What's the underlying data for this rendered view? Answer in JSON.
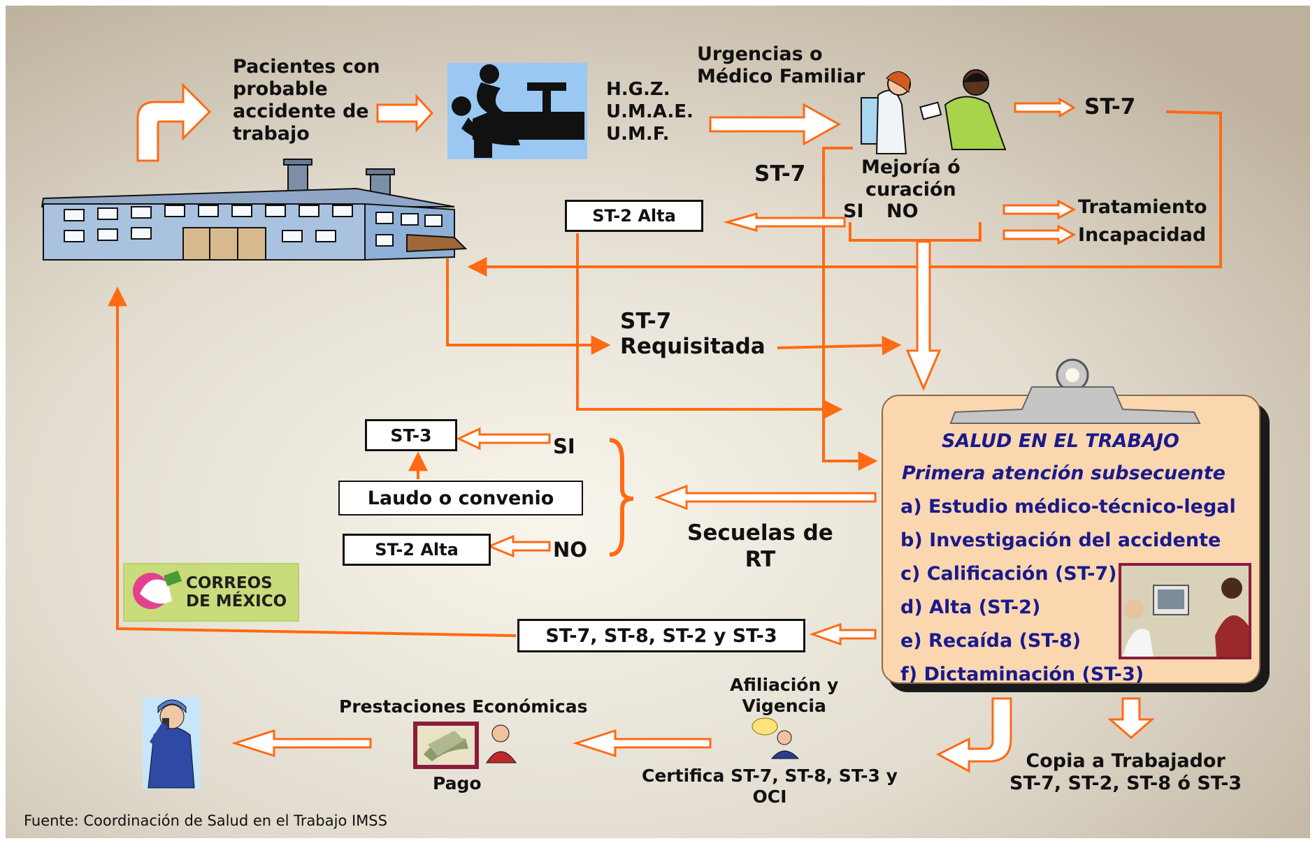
{
  "labels": {
    "pacientes": [
      "Pacientes con",
      "probable",
      "accidente  de",
      "trabajo"
    ],
    "hospitales": [
      "H.G.Z.",
      "U.M.A.E.",
      "U.M.F."
    ],
    "urgencias": [
      "Urgencias o",
      "Médico Familiar"
    ],
    "st7_top": "ST-7",
    "st7_left": "ST-7",
    "mejoria": [
      "Mejoría ó",
      "curación"
    ],
    "si": "SI",
    "no": "NO",
    "tratamiento": "Tratamiento",
    "incapacidad": "Incapacidad",
    "st7_requisitada": [
      "ST-7",
      "Requisitada"
    ],
    "si2": "SI",
    "no2": "NO",
    "secuelas": [
      "Secuelas de",
      "RT"
    ],
    "prestaciones": "Prestaciones Económicas",
    "pago": "Pago",
    "afiliacion": [
      "Afiliación y",
      "Vigencia"
    ],
    "certifica": [
      "Certifica ST-7, ST-8, ST-3 y",
      "OCI"
    ],
    "copia": [
      "Copia a Trabajador",
      "ST-7, ST-2, ST-8 ó ST-3"
    ],
    "correos": [
      "CORREOS",
      "DE MÉXICO"
    ]
  },
  "boxes": {
    "st2_alta_top": "ST-2 Alta",
    "st3": "ST-3",
    "laudo": "Laudo o convenio",
    "st2_alta_bottom": "ST-2 Alta",
    "st_all": "ST-7, ST-8, ST-2 y ST-3"
  },
  "clipboard": {
    "title": "SALUD EN EL TRABAJO",
    "subtitle": "Primera atención subsecuente",
    "items": [
      "a) Estudio médico-técnico-legal",
      "b) Investigación del accidente",
      "c) Calificación (ST-7)",
      "d) Alta (ST-2)",
      "e) Recaída (ST-8)",
      "f) Dictaminación (ST-3)"
    ]
  },
  "source": "Fuente: Coordinación de Salud en el Trabajo IMSS",
  "colors": {
    "arrow_orange": "#ff6a13",
    "clipboard_fill": "#fbd7b0",
    "clip_text": "#1a1a8c",
    "background": "#cfc6b5"
  }
}
